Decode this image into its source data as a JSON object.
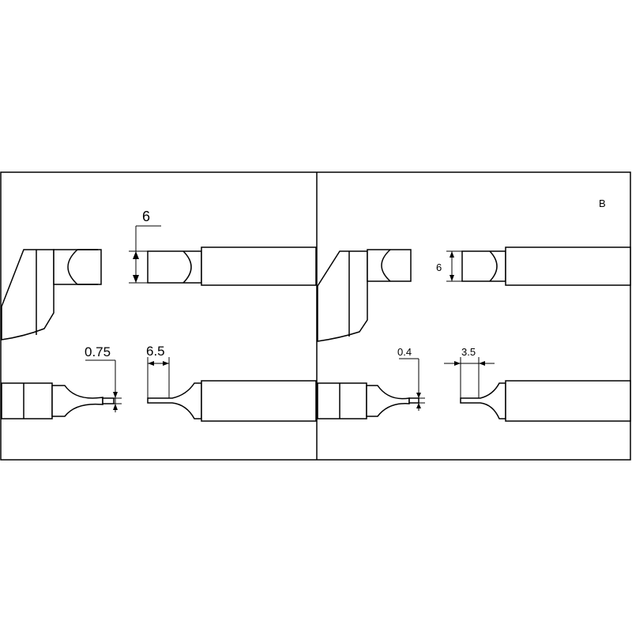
{
  "panel_a": {
    "blade_width_label": "6",
    "tip_thickness_label": "0.75",
    "tip_length_label": "6.5"
  },
  "panel_b": {
    "panel_letter": "B",
    "blade_width_label": "6",
    "tip_thickness_label": "0.4",
    "tip_length_label": "3.5"
  }
}
